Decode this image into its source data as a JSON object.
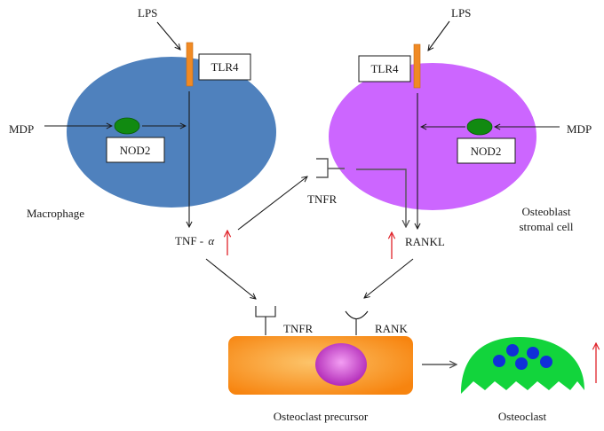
{
  "diagram": {
    "title": "",
    "colors": {
      "macrophage": "#4f81bd",
      "osteoblast": "#cc66ff",
      "tlr4_receptor": "#f08a24",
      "nod2": "#118a11",
      "osteoclast": "#12d43c",
      "osteoclast_nuclei": "#1030d8",
      "precursor_fill": "#f7941d",
      "precursor_nucleus": "#cc33cc",
      "upregulation_arrow": "#e0232a"
    },
    "cells": {
      "macrophage": {
        "label": "Macrophage"
      },
      "osteoblast": {
        "label_line1": "Osteoblast",
        "label_line2": "stromal cell"
      },
      "precursor": {
        "label": "Osteoclast precursor"
      },
      "osteoclast": {
        "label": "Osteoclast"
      }
    },
    "left": {
      "lps": "LPS",
      "tlr4": "TLR4",
      "mdp": "MDP",
      "nod2": "NOD2"
    },
    "right": {
      "lps": "LPS",
      "tlr4": "TLR4",
      "mdp": "MDP",
      "nod2": "NOD2",
      "tnfr": "TNFR"
    },
    "mediators": {
      "tnf_prefix": "TNF -",
      "tnf_alpha": "α",
      "rankl": "RANKL"
    },
    "precursor_receptors": {
      "tnfr": "TNFR",
      "rank": "RANK"
    },
    "edges": [
      {
        "from": "LPS",
        "to": "TLR4 (macrophage)"
      },
      {
        "from": "MDP",
        "to": "NOD2 (macrophage)"
      },
      {
        "from": "NOD2 (macrophage)",
        "to": "TLR4 pathway"
      },
      {
        "from": "TLR4 (macrophage)",
        "to": "TNF-α"
      },
      {
        "from": "TNF-α",
        "to": "TNFR (osteoblast)"
      },
      {
        "from": "LPS",
        "to": "TLR4 (osteoblast)"
      },
      {
        "from": "MDP",
        "to": "NOD2 (osteoblast)"
      },
      {
        "from": "NOD2 (osteoblast)",
        "to": "TLR4 pathway"
      },
      {
        "from": "TLR4 (osteoblast)",
        "to": "RANKL"
      },
      {
        "from": "TNFR (osteoblast)",
        "to": "RANKL"
      },
      {
        "from": "TNF-α",
        "to": "TNFR (precursor)"
      },
      {
        "from": "RANKL",
        "to": "RANK (precursor)"
      },
      {
        "from": "Osteoclast precursor",
        "to": "Osteoclast"
      }
    ],
    "upregulated": [
      "TNF-α",
      "RANKL",
      "Osteoclast"
    ]
  }
}
